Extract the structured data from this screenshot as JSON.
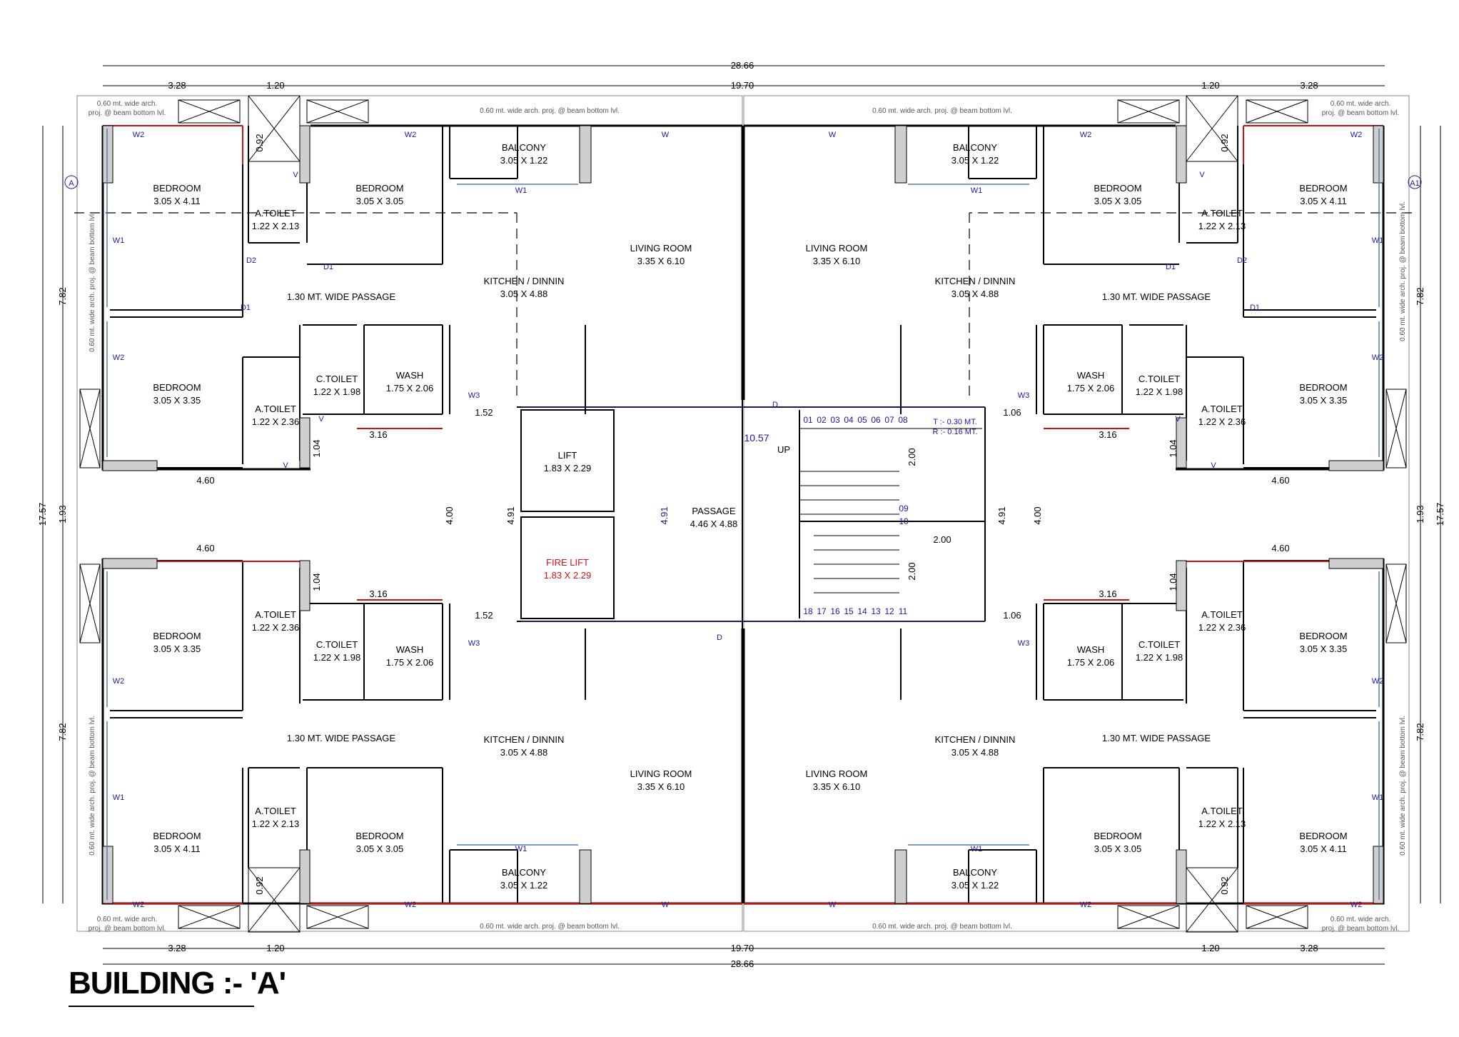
{
  "title": "BUILDING :- 'A'",
  "colors": {
    "line": "#000000",
    "wall_red": "#cc1111",
    "window_blue": "#1a1aa0",
    "column_fill": "#cfcfcf",
    "fire_lift": "#dd1111"
  },
  "overall": {
    "width": "28.66",
    "inner_width": "19.70",
    "depth": "17.57",
    "wing_depth": "7.82",
    "gap_depth": "1.93",
    "corner_width": "3.28",
    "duct_width": "1.20",
    "duct_depth": "0.92",
    "corridor_len": "10.57"
  },
  "labels": {
    "arch_proj": "0.60 mt. wide arch. proj. @ beam bottom lvl.",
    "arch_proj_l1": "0.60 mt. wide arch.",
    "arch_proj_l2": "proj. @ beam bottom lvl.",
    "bedroom": "BEDROOM",
    "a_toilet": "A.TOILET",
    "c_toilet": "C.TOILET",
    "wash": "WASH",
    "balcony": "BALCONY",
    "living": "LIVING ROOM",
    "kitchen": "KITCHEN / DINNIN",
    "passage_wide": "1.30 MT. WIDE PASSAGE",
    "lift": "LIFT",
    "fire_lift": "FIRE LIFT",
    "passage": "PASSAGE",
    "up": "UP",
    "tread": "T :- 0.30 MT.",
    "riser": "R :- 0.16 MT.",
    "axis_a": "A",
    "axis_a1": "A1"
  },
  "sizes": {
    "bed_411": "3.05 X 4.11",
    "bed_305": "3.05 X 3.05",
    "bed_335": "3.05 X 3.35",
    "at_213": "1.22 X 2.13",
    "at_236": "1.22 X 2.36",
    "ct_198": "1.22 X 1.98",
    "wash": "1.75 X 2.06",
    "balcony": "3.05 X 1.22",
    "living": "3.35 X 6.10",
    "kitchen": "3.05 X 4.88",
    "lift": "1.83 X 2.29",
    "passage": "4.46 X 4.88"
  },
  "dims": {
    "d460": "4.60",
    "d316": "3.16",
    "d104": "1.04",
    "d152": "1.52",
    "d106": "1.06",
    "d400": "4.00",
    "d491": "4.91",
    "d200": "2.00"
  },
  "tags": {
    "w": "W",
    "w1": "W1",
    "w2": "W2",
    "w3": "W3",
    "d": "D",
    "d1": "D1",
    "d2": "D2",
    "v": "V"
  },
  "steps": {
    "upper": [
      "01",
      "02",
      "03",
      "04",
      "05",
      "06",
      "07",
      "08"
    ],
    "lower": [
      "18",
      "17",
      "16",
      "15",
      "14",
      "13",
      "12",
      "11"
    ],
    "mid": [
      "09",
      "10"
    ]
  }
}
